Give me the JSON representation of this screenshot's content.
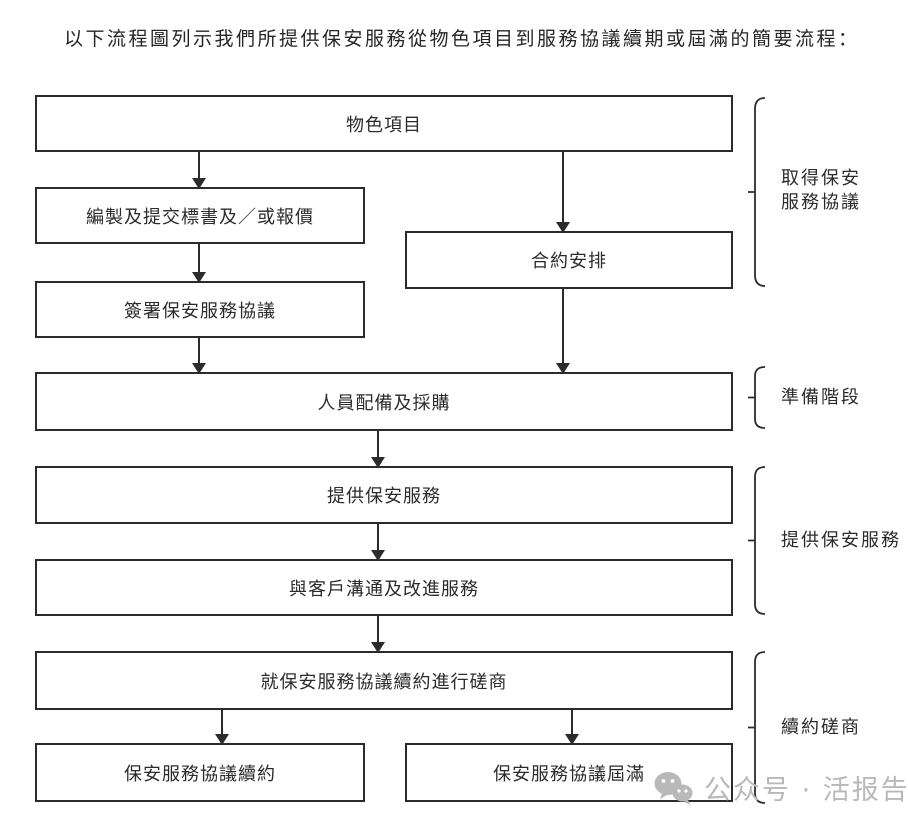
{
  "document": {
    "intro": "以下流程圖列示我們所提供保安服務從物色項目到服務協議續期或屆滿的簡要流程："
  },
  "flowchart": {
    "boxes": {
      "seek_project": "物色項目",
      "prepare_tender": "編製及提交標書及／或報價",
      "contract_arrangement": "合約安排",
      "sign_agreement": "簽署保安服務協議",
      "staffing_procurement": "人員配備及採購",
      "provide_services": "提供保安服務",
      "communicate_improve": "與客戶溝通及改進服務",
      "negotiate_renewal": "就保安服務協議續約進行磋商",
      "agreement_renewed": "保安服務協議續約",
      "agreement_expired": "保安服務協議屆滿"
    },
    "stages": {
      "stage1_line1": "取得保安",
      "stage1_line2": "服務協議",
      "stage2": "準備階段",
      "stage3": "提供保安服務",
      "stage4": "續約磋商"
    }
  },
  "watermark": {
    "icon": "wechat-icon",
    "text": "公众号 · 活报告"
  },
  "colors": {
    "line": "#2b2b2b",
    "text": "#2b2b2b",
    "watermark_gray": "#b9b9b9",
    "background": "#ffffff"
  }
}
